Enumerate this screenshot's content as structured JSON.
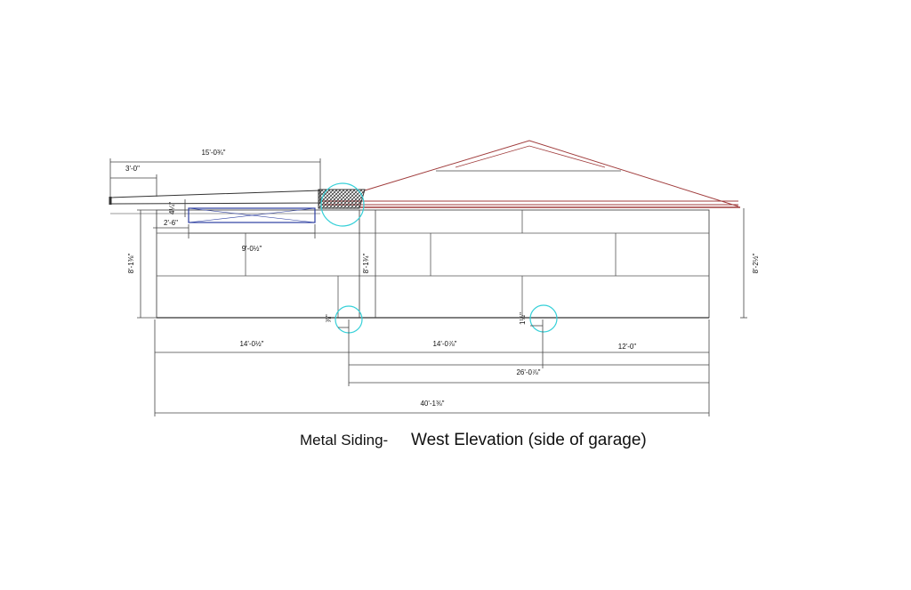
{
  "drawing": {
    "caption_prefix": "Metal Siding-",
    "caption_main": "West Elevation (side of garage)",
    "colors": {
      "line": "#444444",
      "roof": "#a03c3c",
      "window": "#2c3ea0",
      "highlight": "#35d0d8",
      "text": "#111111"
    },
    "dimensions": {
      "top_overall": "15'-0¾\"",
      "top_overhang": "3'-0\"",
      "fascia_drop": "4¼\"",
      "window_offset": "2'-6\"",
      "window_width": "9'-0½\"",
      "left_height": "8'-1⅜\"",
      "mid_height": "8'-1¾\"",
      "right_height": "8'-2½\"",
      "step_left": "⅞\"",
      "step_right": "1½\"",
      "bottom_seg1": "14'-0½\"",
      "bottom_seg2": "14'-0⅞\"",
      "bottom_seg3": "12'-0\"",
      "bottom_sub": "26'-0⅞\"",
      "bottom_overall": "40'-1⅜\""
    }
  }
}
